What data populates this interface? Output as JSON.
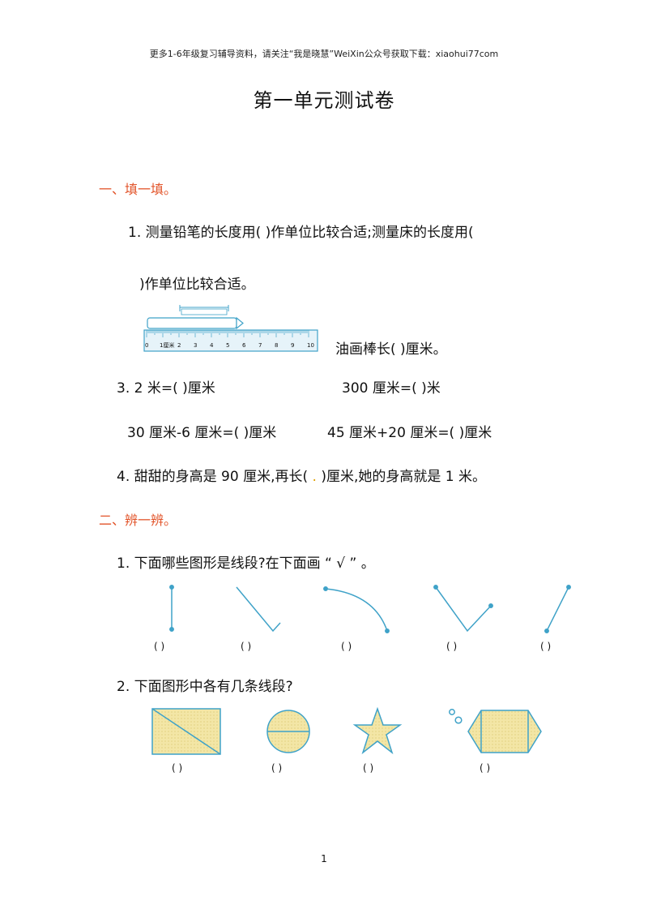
{
  "header_note": "更多1-6年级复习辅导资料，请关注“我是晓慧”WeiXin公众号获取下载：xiaohui77com",
  "title": "第一单元测试卷",
  "section1": {
    "heading": "一、填一填。",
    "q1_line1": "1. 测量铅笔的长度用(        )作单位比较合适;测量床的长度用(",
    "q1_line2": ")作单位比较合适。",
    "ruler": {
      "ticks": [
        "0",
        "1厘米",
        "2",
        "3",
        "4",
        "5",
        "6",
        "7",
        "8",
        "9",
        "10"
      ]
    },
    "q2_text": "油画棒长(        )厘米。",
    "q3_a": "3. 2 米=(        )厘米",
    "q3_b": "300 厘米=(        )米",
    "q3_c": "30 厘米-6 厘米=(        )厘米",
    "q3_d": "45 厘米+20 厘米=(        )厘米",
    "q4_before": "4. 甜甜的身高是 90 厘米,再长(  ",
    "q4_dot": ".",
    "q4_after": "  )厘米,她的身高就是 1 米。"
  },
  "section2": {
    "heading": "二、辨一辨。",
    "q1": "1. 下面哪些图形是线段?在下面画 “ √ ” 。",
    "q1_parens": [
      "(        )",
      "(        )",
      "(        )",
      "(        )",
      "(        )"
    ],
    "q2": "2. 下面图形中各有几条线段?",
    "q2_parens": [
      "(        )",
      "(        )",
      "(        )",
      "(        )"
    ]
  },
  "page_number": "1",
  "colors": {
    "accent": "#e2542a",
    "figure": "#3fa2c8",
    "fill": "#f3e6a6"
  }
}
